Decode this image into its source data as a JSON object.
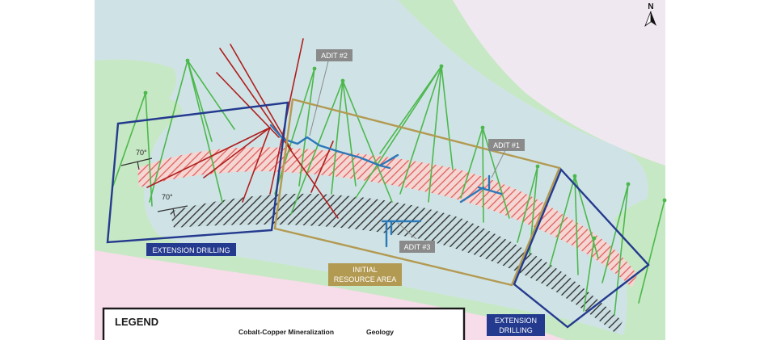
{
  "north_arrow": {
    "label": "N"
  },
  "callouts": {
    "adit2": "ADIT #2",
    "adit1": "ADIT #1",
    "adit3": "ADIT #3"
  },
  "dips": {
    "upper": "70°",
    "lower": "70°"
  },
  "areas": {
    "extension_west": "EXTENSION DRILLING",
    "initial_line1": "INITIAL",
    "initial_line2": "RESOURCE AREA",
    "extension_east_line1": "EXTENSION",
    "extension_east_line2": "DRILLING"
  },
  "legend": {
    "title": "LEGEND",
    "mineralization_heading": "Cobalt-Copper Mineralization",
    "geology_heading": "Geology"
  },
  "colors": {
    "blue_polygon": "#243a8e",
    "gold_polygon": "#b39a52",
    "drill_green": "#4cb84c",
    "drill_red": "#b01e1e",
    "adit_blue": "#2b78b8",
    "callout_gray": "#8a8a8a",
    "gold_label_fill": "#b39a52",
    "blue_label_fill": "#243a8e",
    "geo_blue": "#cfe3e6",
    "geo_green": "#c7e8c4",
    "geo_pink": "#f7dcea",
    "geo_lavender": "#efe8f0"
  }
}
